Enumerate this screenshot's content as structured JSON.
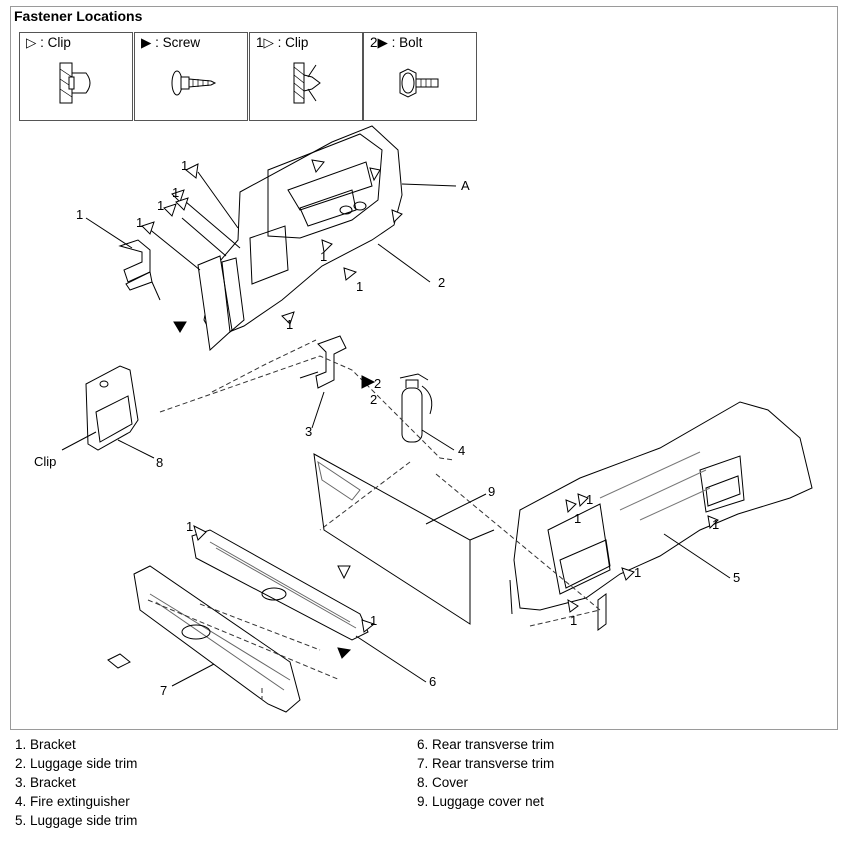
{
  "title": "Fastener Locations",
  "fasteners": [
    {
      "label": "▷ : Clip",
      "icon": "clip-icon"
    },
    {
      "label": "▶ : Screw",
      "icon": "screw-icon"
    },
    {
      "label": "1▷ : Clip",
      "icon": "clip-1-icon"
    },
    {
      "label": "2▶ : Bolt",
      "icon": "bolt-icon"
    }
  ],
  "callouts": {
    "A": "A",
    "clip": "Clip",
    "n1": "1",
    "n2": "2",
    "n3": "3",
    "n4": "4",
    "n5": "5",
    "n6": "6",
    "n7": "7",
    "n8": "8",
    "n9": "9"
  },
  "legend": {
    "left": [
      "1. Bracket",
      "2. Luggage side trim",
      "3. Bracket",
      "4. Fire extinguisher",
      "5. Luggage side trim"
    ],
    "right": [
      "6. Rear transverse trim",
      "7. Rear transverse trim",
      "8. Cover",
      "9. Luggage cover net"
    ]
  }
}
